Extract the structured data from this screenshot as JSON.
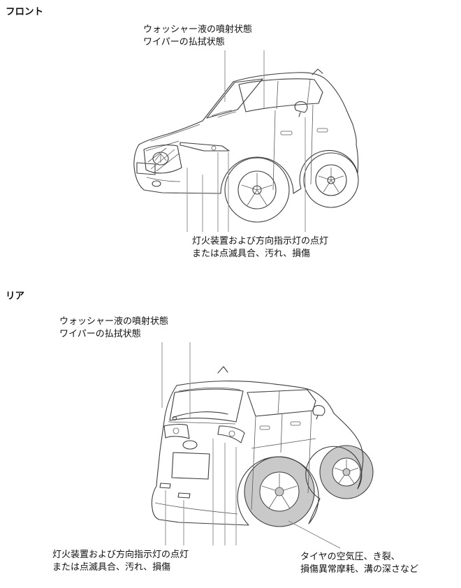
{
  "front": {
    "heading": "フロント",
    "top_label": {
      "line1": "ウォッシャー液の噴射状態",
      "line2": "ワイパーの払拭状態"
    },
    "bottom_label": {
      "line1": "灯火装置および方向指示灯の点灯",
      "line2": "または点滅具合、汚れ、損傷"
    }
  },
  "rear": {
    "heading": "リア",
    "top_label": {
      "line1": "ウォッシャー液の噴射状態",
      "line2": "ワイパーの払拭状態"
    },
    "bottom_left_label": {
      "line1": "灯火装置および方向指示灯の点灯",
      "line2": "または点滅具合、汚れ、損傷"
    },
    "bottom_right_label": {
      "line1": "タイヤの空気圧、き裂、",
      "line2": "損傷異常摩耗、溝の深さなど"
    }
  },
  "colors": {
    "line_art": "#3d3d3d",
    "callout_line": "#8f8f8f",
    "tire_shade": "#c9c9c9",
    "text": "#111111"
  }
}
